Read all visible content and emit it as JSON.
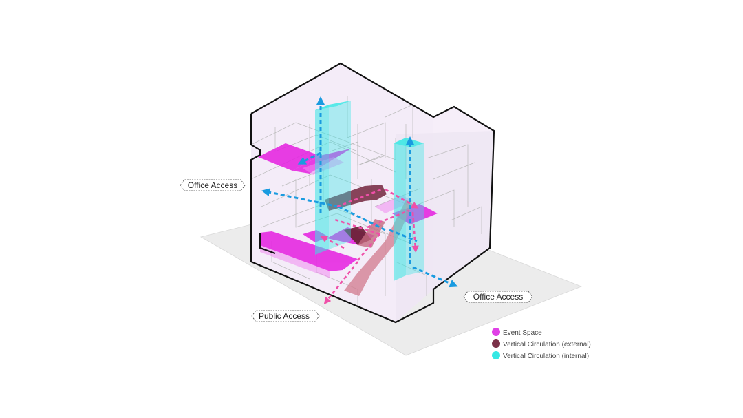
{
  "labels": {
    "office_access_left": "Office Access",
    "office_access_right": "Office Access",
    "public_access": "Public Access"
  },
  "legend": [
    {
      "label": "Event Space",
      "color": "#e040e6"
    },
    {
      "label": "Vertical Circulation (external)",
      "color": "#7b3148"
    },
    {
      "label": "Vertical Circulation (internal)",
      "color": "#35e8e4"
    }
  ],
  "colors": {
    "event_space": "#e51ee0",
    "circulation_external": "#7b3148",
    "circulation_internal": "#35e8e4",
    "arrow_blue": "#1a9be0",
    "arrow_pink": "#ef4fa8",
    "ground": "#ececec",
    "building_tint": "#f6eef9",
    "outline": "#111111"
  }
}
